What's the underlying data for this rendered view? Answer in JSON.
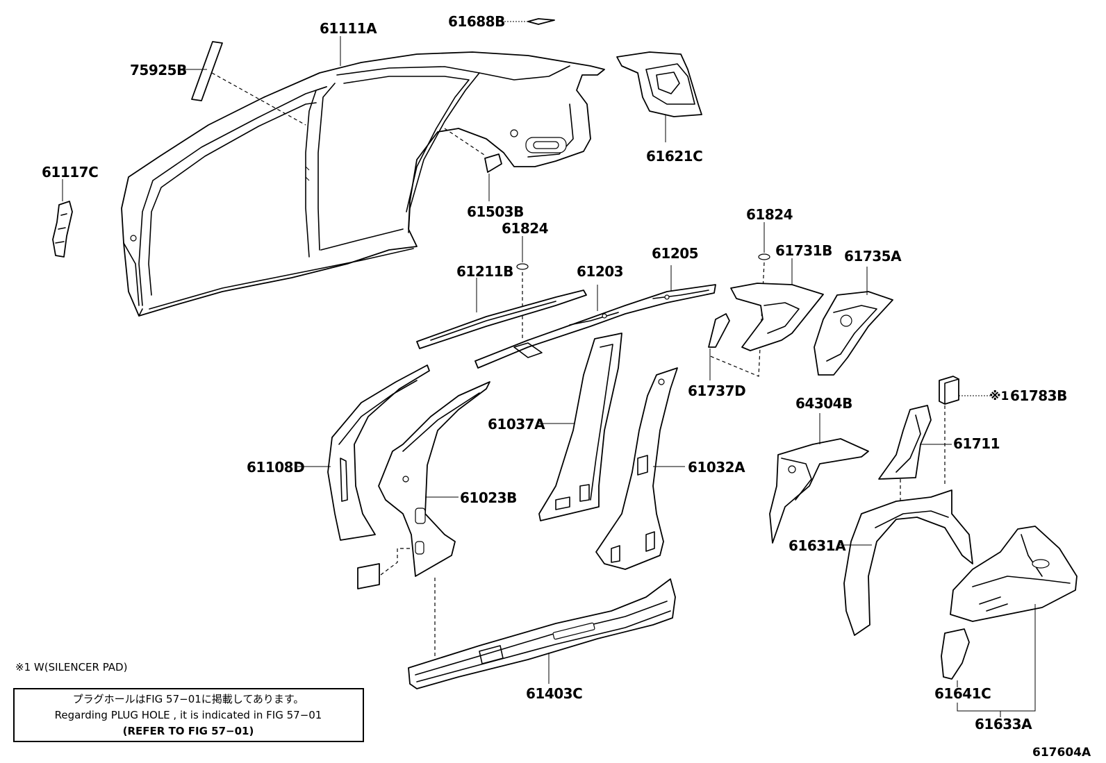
{
  "labels": {
    "p61111A": "61111A",
    "p61688B": "61688B",
    "p75925B": "75925B",
    "p61117C": "61117C",
    "p61621C": "61621C",
    "p61503B": "61503B",
    "p61824a": "61824",
    "p61824b": "61824",
    "p61211B": "61211B",
    "p61203": "61203",
    "p61205": "61205",
    "p61731B": "61731B",
    "p61735A": "61735A",
    "p61737D": "61737D",
    "p61783B": "61783B",
    "p61783B_mark": "※1",
    "p64304B": "64304B",
    "p61711": "61711",
    "p61108D": "61108D",
    "p61037A": "61037A",
    "p61032A": "61032A",
    "p61023B": "61023B",
    "p61631A": "61631A",
    "p61403C": "61403C",
    "p61641C": "61641C",
    "p61633A": "61633A"
  },
  "footnote": "※1 W(SILENCER PAD)",
  "notice": {
    "line1": "プラグホールはFIG 57−01に掲載してあります。",
    "line2": "Regarding  PLUG  HOLE , it is indicated in FIG  57−01",
    "line3": "(REFER  TO  FIG  57−01)"
  },
  "figure_ref": "617604A"
}
